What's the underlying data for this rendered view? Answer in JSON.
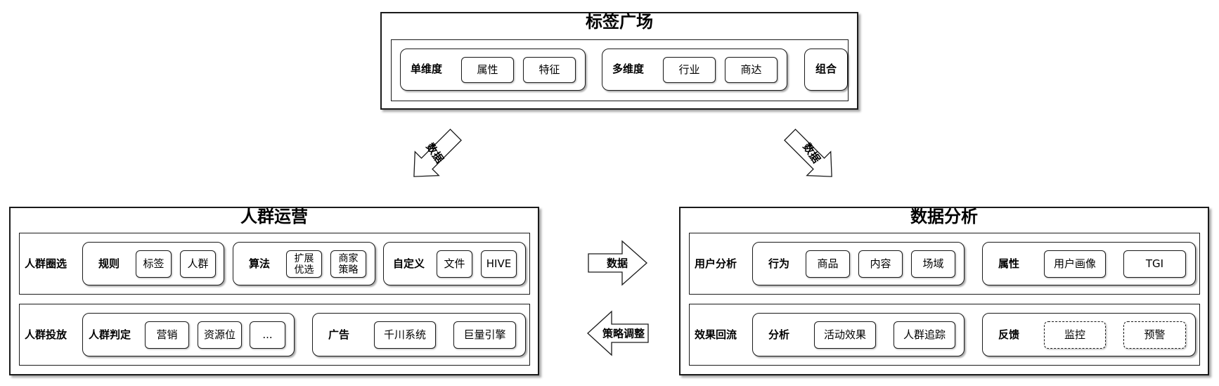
{
  "tag_square": {
    "title": "标签广场",
    "single": {
      "label": "单维度",
      "chips": [
        "属性",
        "特征"
      ]
    },
    "multi": {
      "label": "多维度",
      "chips": [
        "行业",
        "商达"
      ]
    },
    "combo": {
      "label": "组合"
    }
  },
  "crowd_ops": {
    "title": "人群运营",
    "select": {
      "label": "人群圈选",
      "rule": {
        "label": "规则",
        "chips": [
          "标签",
          "人群"
        ]
      },
      "algo": {
        "label": "算法",
        "chips": [
          "扩展\n优选",
          "商家\n策略"
        ]
      },
      "custom": {
        "label": "自定义",
        "chips": [
          "文件",
          "HIVE"
        ]
      }
    },
    "deliver": {
      "label": "人群投放",
      "judge": {
        "label": "人群判定",
        "chips": [
          "营销",
          "资源位",
          "..."
        ]
      },
      "ad": {
        "label": "广告",
        "chips": [
          "千川系统",
          "巨量引擎"
        ]
      }
    }
  },
  "data_analysis": {
    "title": "数据分析",
    "user": {
      "label": "用户分析",
      "behavior": {
        "label": "行为",
        "chips": [
          "商品",
          "内容",
          "场域"
        ]
      },
      "attr": {
        "label": "属性",
        "chips": [
          "用户画像",
          "TGI"
        ]
      }
    },
    "effect": {
      "label": "效果回流",
      "analysis": {
        "label": "分析",
        "chips": [
          "活动效果",
          "人群追踪"
        ]
      },
      "feedback": {
        "label": "反馈",
        "chips": [
          "监控",
          "预警"
        ]
      }
    }
  },
  "arrows": {
    "left_down": "数据",
    "right_down": "数据",
    "to_right": "数据",
    "to_left": "策略调整"
  }
}
